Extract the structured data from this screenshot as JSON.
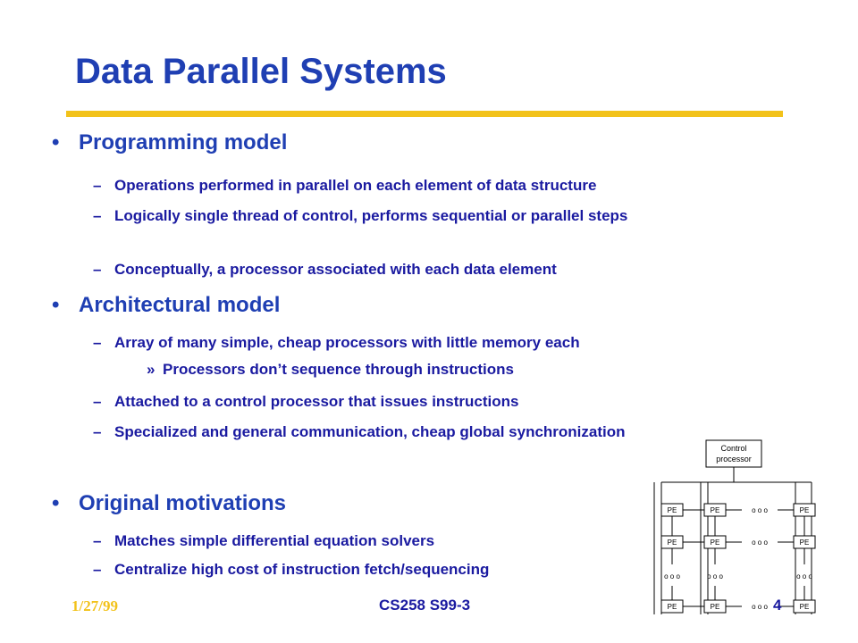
{
  "title": "Data Parallel Systems",
  "sections": [
    {
      "heading": "Programming model",
      "items": [
        "Operations performed in parallel on each element of data structure",
        "Logically single thread of control, performs sequential or parallel steps",
        "Conceptually, a processor associated with each data element"
      ]
    },
    {
      "heading": "Architectural model",
      "items": [
        "Array of many simple, cheap processors with little memory each",
        "Processors don’t sequence through instructions",
        "Attached to a control processor that issues instructions",
        "Specialized and general communication, cheap global synchronization"
      ]
    },
    {
      "heading": "Original motivations",
      "items": [
        "Matches simple differential equation solvers",
        "Centralize high cost of instruction fetch/sequencing"
      ]
    }
  ],
  "markers": {
    "bullet": "•",
    "dash": "–",
    "sub_bullet": "»"
  },
  "diagram": {
    "control_label_line1": "Control",
    "control_label_line2": "processor",
    "pe_label": "PE",
    "ellipsis": "o o o"
  },
  "footer": {
    "date": "1/27/99",
    "course": "CS258 S99-3",
    "page": "4"
  },
  "colors": {
    "title": "#1f3fb3",
    "body": "#1a1aa0",
    "rule": "#f2c21a",
    "date": "#f2c21a"
  }
}
